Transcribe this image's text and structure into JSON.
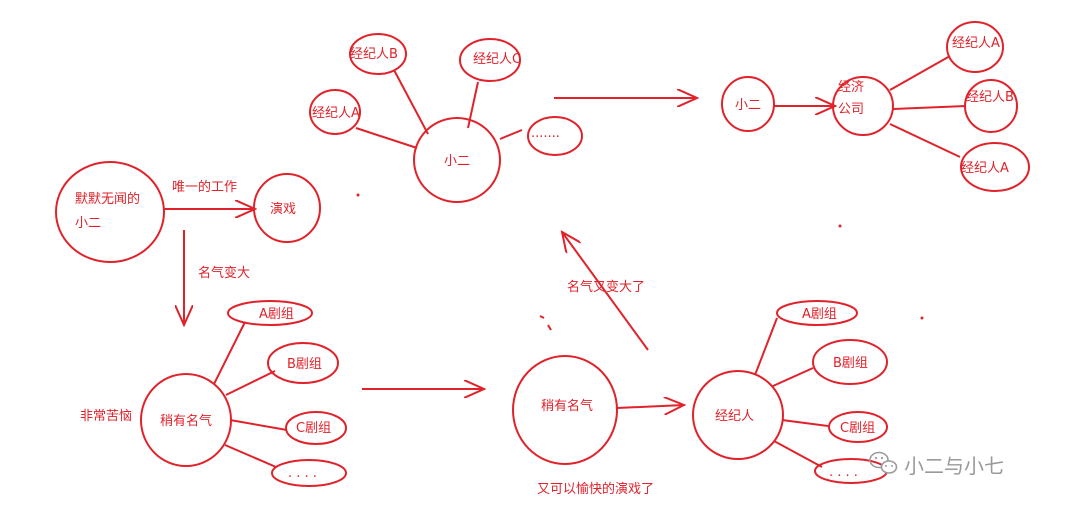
{
  "top": {
    "agent_b": "经纪人B",
    "agent_c": "经纪人C",
    "agent_a": "经纪人A",
    "center": "小二",
    "dots": "......."
  },
  "top_right": {
    "xiaoer": "小二",
    "company_l1": "经济",
    "company_l2": "公司",
    "agent_a_top": "经纪人A",
    "agent_b": "经纪人B",
    "agent_a_bottom": "经纪人A"
  },
  "left": {
    "unknown_l1": "默默无闻的",
    "unknown_l2": "小二",
    "only_job": "唯一的工作",
    "acting": "演戏",
    "fame_up": "名气变大",
    "troubled": "非常苦恼",
    "slightly_famous": "稍有名气",
    "crew_a": "A剧组",
    "crew_b": "B剧组",
    "crew_c": "C剧组",
    "crew_more": ". . . ."
  },
  "middle": {
    "slightly_famous": "稍有名气",
    "happy_acting": "又可以愉快的演戏了",
    "fame_up_again": "名气又变大了"
  },
  "right": {
    "agent": "经纪人",
    "crew_a": "A剧组",
    "crew_b": "B剧组",
    "crew_c": "C剧组",
    "crew_more": ". . . ."
  },
  "watermark": {
    "text": "小二与小七",
    "icon": "wechat-icon"
  },
  "colors": {
    "ink": "#e0222a",
    "watermark": "#9a9a9a"
  }
}
